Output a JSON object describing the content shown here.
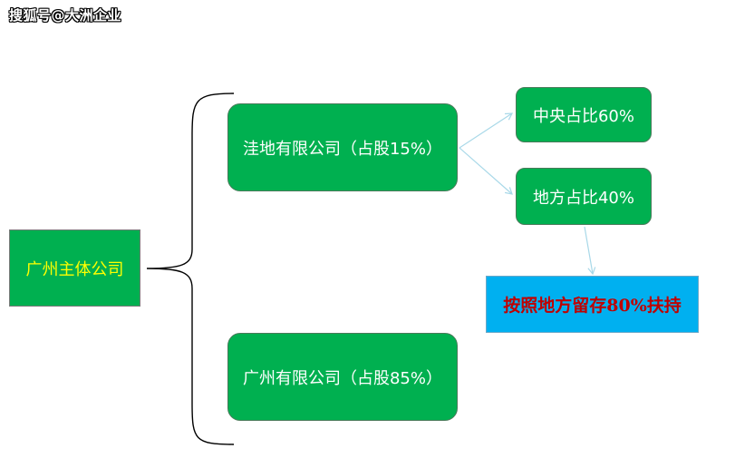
{
  "watermark": "搜狐号@大洲企业",
  "root": {
    "label": "广州主体公司"
  },
  "companies": [
    {
      "label": "洼地有限公司（占股15%）"
    },
    {
      "label": "广州有限公司（占股85%）"
    }
  ],
  "shares": [
    {
      "label": "中央占比60%"
    },
    {
      "label": "地方占比40%"
    }
  ],
  "retention": {
    "label": "按照地方留存80%扶持"
  },
  "colors": {
    "box_green": "#00b050",
    "root_text": "#ffff00",
    "retention_bg": "#00b0f0",
    "retention_text": "#c00000",
    "arrow": "#a8d8e8"
  }
}
